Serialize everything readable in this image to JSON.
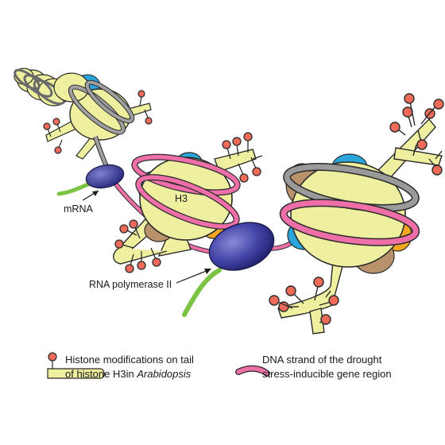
{
  "labels": {
    "h3": "H3",
    "mrna": "mRNA",
    "rna_polymerase": "RNA polymerase II"
  },
  "legend": {
    "histone_line1": "Histone modifications on tail",
    "histone_line2_prefix": "of histone H3in ",
    "histone_line2_italic": "Arabidopsis",
    "dna_line1": "DNA strand of the drought",
    "dna_line2": "stress-inducible gene region"
  },
  "colors": {
    "histone_core": "#eef0a0",
    "histone_tail": "#eef0a0",
    "outline": "#2a2a2a",
    "histone_blue": "#2aa6dc",
    "histone_orange": "#f5a623",
    "histone_brown": "#b8926a",
    "modification": "#ee6b5a",
    "dna_pink": "#ee6fa8",
    "dna_grey": "#9a9a9a",
    "dna_dark": "#4a4a4a",
    "polymerase": "#3a3a9a",
    "mrna": "#7cc243"
  }
}
